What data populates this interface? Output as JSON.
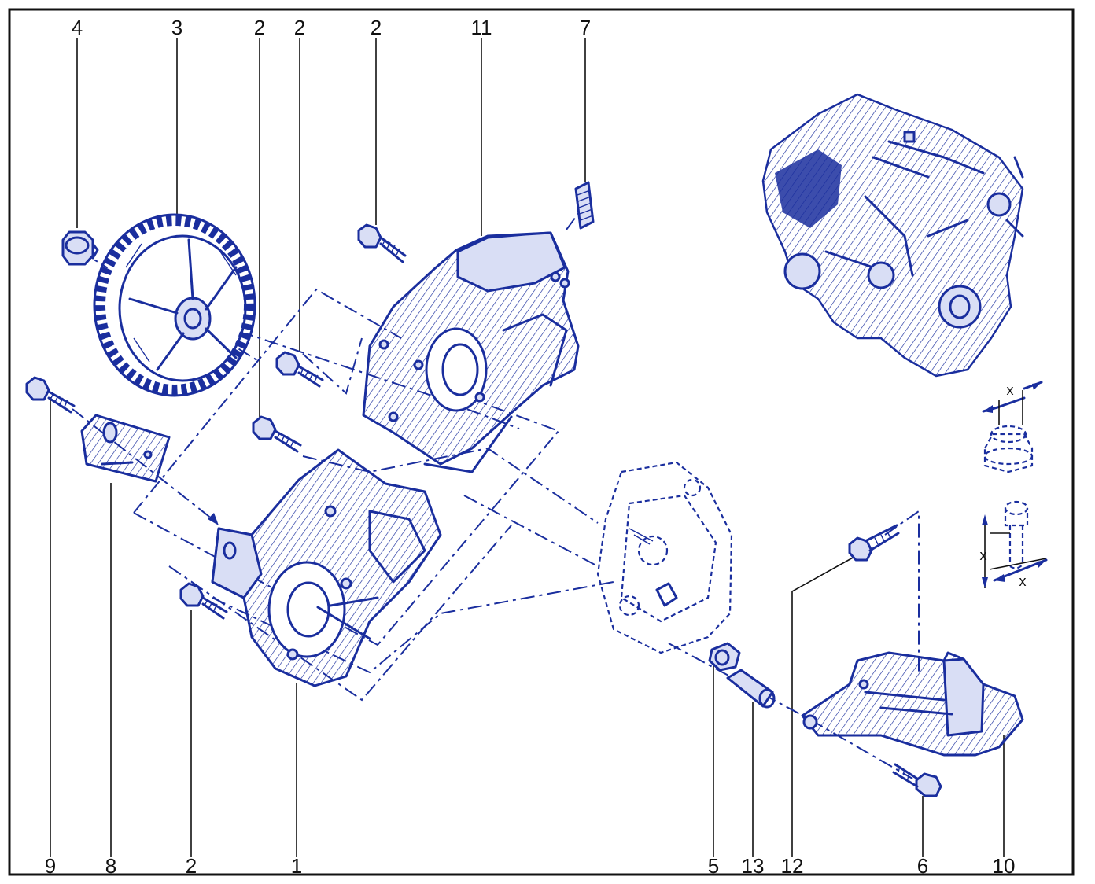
{
  "diagram": {
    "top_labels": [
      "4",
      "3",
      "2",
      "2",
      "2",
      "11",
      "7"
    ],
    "bottom_labels": [
      "9",
      "8",
      "2",
      "1",
      "5",
      "13",
      "12",
      "6",
      "10"
    ],
    "dimension_marks": [
      "x",
      "x",
      "x"
    ],
    "line_color": "#1a2e9e",
    "border_color": "#111111"
  }
}
